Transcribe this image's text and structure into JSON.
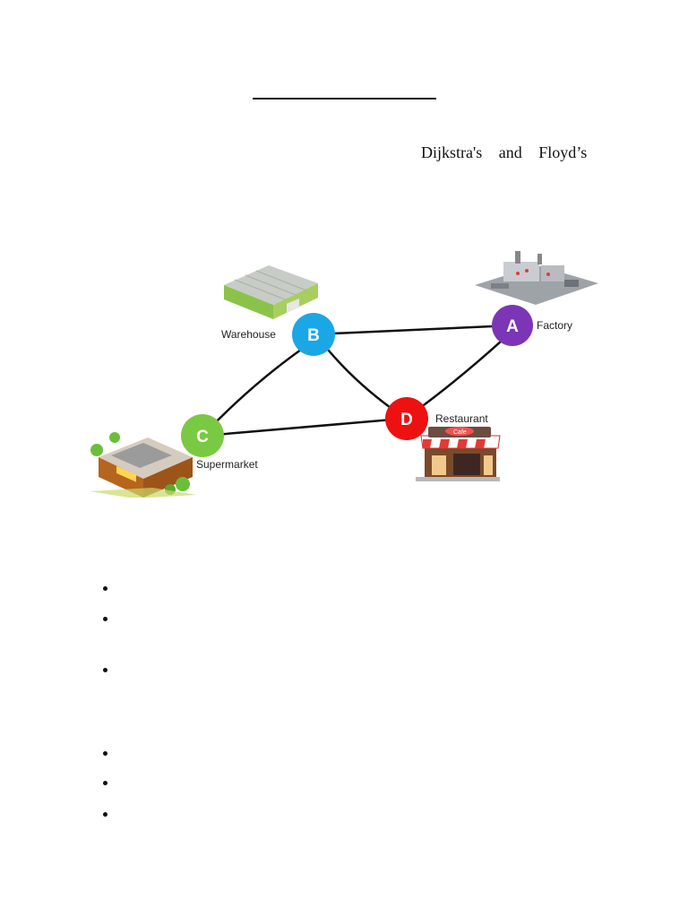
{
  "document": {
    "intro_text": "Dijkstra's and Floyd’s"
  },
  "graph": {
    "nodes": [
      {
        "id": "A",
        "label": "Factory",
        "color": "#7b35b5"
      },
      {
        "id": "B",
        "label": "Warehouse",
        "color": "#1aa7e6"
      },
      {
        "id": "C",
        "label": "Supermarket",
        "color": "#7ac943"
      },
      {
        "id": "D",
        "label": "Restaurant",
        "color": "#ee1111"
      }
    ],
    "edges": [
      [
        "B",
        "A"
      ],
      [
        "B",
        "C"
      ],
      [
        "B",
        "D"
      ],
      [
        "A",
        "D"
      ],
      [
        "C",
        "D"
      ]
    ],
    "icons": [
      "warehouse-icon",
      "factory-icon",
      "supermarket-icon",
      "restaurant-icon"
    ],
    "cafe_sign": "Cafe"
  },
  "bullet_list": {
    "count": 6
  }
}
